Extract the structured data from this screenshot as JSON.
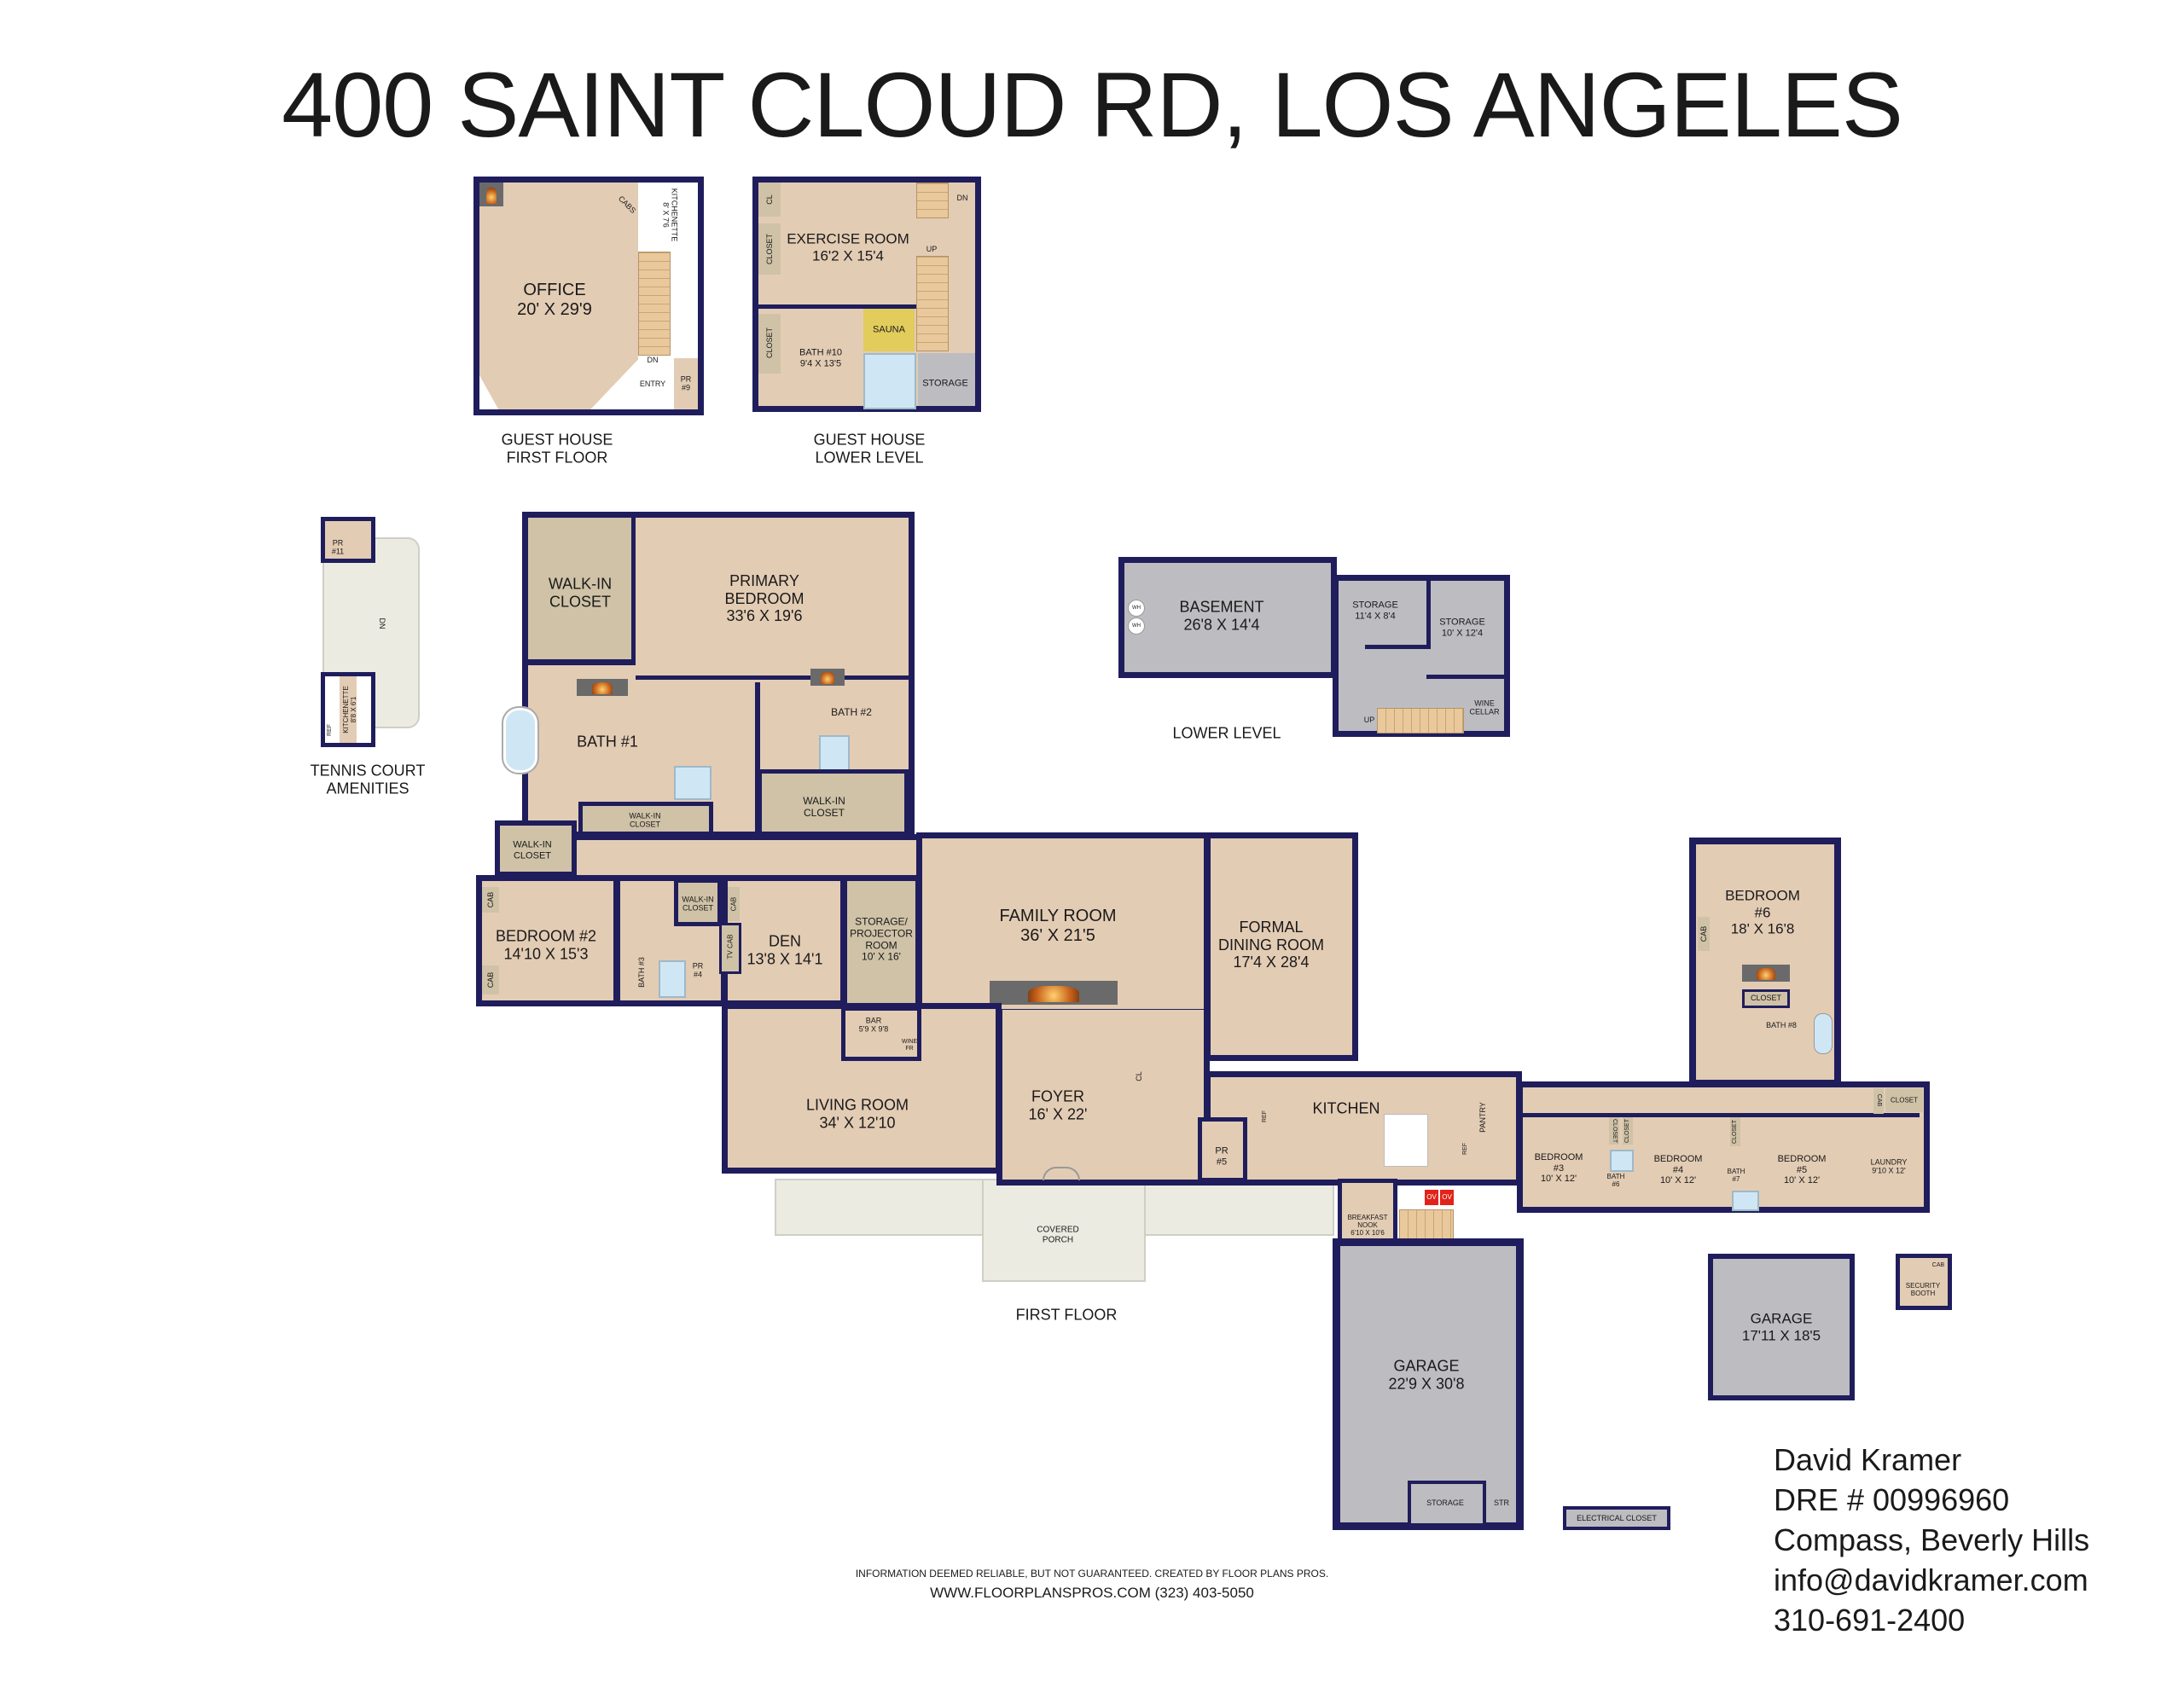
{
  "title": "400 SAINT CLOUD RD, LOS ANGELES",
  "guest_first": {
    "caption": [
      "GUEST HOUSE",
      "FIRST FLOOR"
    ],
    "office": [
      "OFFICE",
      "20' X 29'9"
    ],
    "kitchenette": [
      "KITCHENETTE",
      "8' X 7'6"
    ],
    "cabs": "CABS",
    "entry": "ENTRY",
    "pr9": [
      "PR",
      "#9"
    ],
    "dn": "DN"
  },
  "guest_lower": {
    "caption": [
      "GUEST HOUSE",
      "LOWER LEVEL"
    ],
    "cl": "CL",
    "closet_a": "CLOSET",
    "closet_b": "CLOSET",
    "exercise": [
      "EXERCISE ROOM",
      "16'2 X 15'4"
    ],
    "sauna": "SAUNA",
    "bath10": [
      "BATH #10",
      "9'4 X 13'5"
    ],
    "storage": "STORAGE",
    "up": "UP",
    "dn": "DN"
  },
  "tennis": {
    "caption": [
      "TENNIS COURT",
      "AMENITIES"
    ],
    "pr11": [
      "PR",
      "#11"
    ],
    "kitchenette": [
      "KITCHENETTE",
      "8'8 X 6'1"
    ],
    "ref": "REF",
    "dn": "DN"
  },
  "lower_level": {
    "caption": "LOWER LEVEL",
    "basement": [
      "BASEMENT",
      "26'8 X 14'4"
    ],
    "wh": "WH",
    "storage1": [
      "STORAGE",
      "11'4 X 8'4"
    ],
    "storage2": [
      "STORAGE",
      "10' X 12'4"
    ],
    "wine_cellar": [
      "WINE",
      "CELLAR"
    ],
    "up": "UP"
  },
  "first_floor": {
    "caption": "FIRST FLOOR",
    "walkin_primary": [
      "WALK-IN",
      "CLOSET"
    ],
    "primary_bedroom": [
      "PRIMARY",
      "BEDROOM",
      "33'6 X 19'6"
    ],
    "bath1": "BATH #1",
    "bath2": "BATH #2",
    "walkin_bath2": [
      "WALK-IN",
      "CLOSET"
    ],
    "walkin_bath1": [
      "WALK-IN",
      "CLOSET"
    ],
    "walkin_left": [
      "WALK-IN",
      "CLOSET"
    ],
    "bedroom2": [
      "BEDROOM #2",
      "14'10 X 15'3"
    ],
    "cab": "CAB",
    "bath3": "BATH #3",
    "walkin_den": [
      "WALK-IN",
      "CLOSET"
    ],
    "pr4": [
      "PR",
      "#4"
    ],
    "tv_cab": "TV CAB",
    "den": [
      "DEN",
      "13'8 X 14'1"
    ],
    "storage_projector": [
      "STORAGE/",
      "PROJECTOR",
      "ROOM",
      "10' X 16'"
    ],
    "family_room": [
      "FAMILY ROOM",
      "36' X 21'5"
    ],
    "formal_dining": [
      "FORMAL",
      "DINING ROOM",
      "17'4 X 28'4"
    ],
    "bar": [
      "BAR",
      "5'9 X 9'8"
    ],
    "wine_fr": [
      "WINE",
      "FR"
    ],
    "living_room": [
      "LIVING ROOM",
      "34' X 12'10"
    ],
    "foyer": [
      "FOYER",
      "16' X 22'"
    ],
    "covered_porch": [
      "COVERED",
      "PORCH"
    ],
    "cl": "CL",
    "kitchen": "KITCHEN",
    "pantry": "PANTRY",
    "ref": "REF",
    "ov": "OV",
    "pr5": [
      "PR",
      "#5"
    ],
    "breakfast_nook": [
      "BREAKFAST",
      "NOOK",
      "6'10 X 10'6"
    ],
    "garage": [
      "GARAGE",
      "22'9 X 30'8"
    ],
    "garage_storage": "STORAGE",
    "str": "STR",
    "electrical_closet": "ELECTRICAL CLOSET",
    "bedroom3": [
      "BEDROOM",
      "#3",
      "10' X 12'"
    ],
    "bath6": [
      "BATH",
      "#6"
    ],
    "closet": "CLOSET",
    "bedroom4": [
      "BEDROOM",
      "#4",
      "10' X 12'"
    ],
    "bath7": [
      "BATH",
      "#7"
    ],
    "bedroom5": [
      "BEDROOM",
      "#5",
      "10' X 12'"
    ],
    "laundry": [
      "LAUNDRY",
      "9'10 X 12'"
    ],
    "bedroom6": [
      "BEDROOM",
      "#6",
      "18' X 16'8"
    ],
    "bath8": "BATH #8",
    "garage2": [
      "GARAGE",
      "17'11 X 18'5"
    ],
    "security_booth": [
      "SECURITY",
      "BOOTH"
    ]
  },
  "footer": {
    "disclaimer": "INFORMATION DEEMED RELIABLE, BUT NOT GUARANTEED. CREATED BY FLOOR PLANS PROS.",
    "contact": "WWW.FLOORPLANSPROS.COM  (323) 403-5050"
  },
  "agent": {
    "name": "David Kramer",
    "dre": "DRE # 00996960",
    "brokerage": "Compass, Beverly Hills",
    "email": "info@davidkramer.com",
    "phone": "310-691-2400"
  },
  "colors": {
    "wall": "#1f1d5c",
    "room": "#e3ccb4",
    "closet": "#cfc2a7",
    "garage": "#bdbdc1",
    "sauna": "#e2cc5c",
    "oven": "#e2231a"
  }
}
